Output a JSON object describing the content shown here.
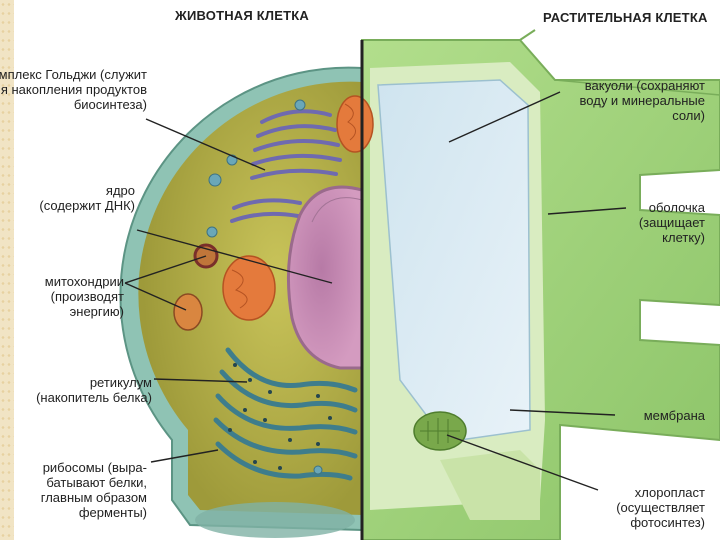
{
  "headers": {
    "animal": "ЖИВОТНАЯ КЛЕТКА",
    "plant": "РАСТИТЕЛЬНАЯ КЛЕТКА"
  },
  "labels": {
    "golgi": "комплекс Гольджи (служит\nдля накопления продуктов\nбиосинтеза)",
    "nucleus": "ядро\n(содержит ДНК)",
    "mitochondria": "митохондрии\n(производят\nэнергию)",
    "reticulum": "ретикулум\n(накопитель белка)",
    "ribosomes": "рибосомы (выра-\nбатывают белки,\nглавным образом\nферменты)",
    "vacuoles": "вакуоли (сохраняют\nводу и минеральные\nсоли)",
    "wall": "оболочка\n(защищает\nклетку)",
    "membrane": "мембрана",
    "chloroplast": "хлоропласт\n(осуществляет\nфотосинтез)"
  },
  "colors": {
    "cytoplasm": "#b7b24a",
    "membrane_rim": "#8fc3b4",
    "nucleus": "#c98fb6",
    "golgi": "#8a86c2",
    "mitochondria": "#e47a3c",
    "reticulum": "#5a9aa8",
    "plant_wall": "#9fd07a",
    "vacuole": "#d8e9f2",
    "background_strip": "#f1e4c4"
  }
}
